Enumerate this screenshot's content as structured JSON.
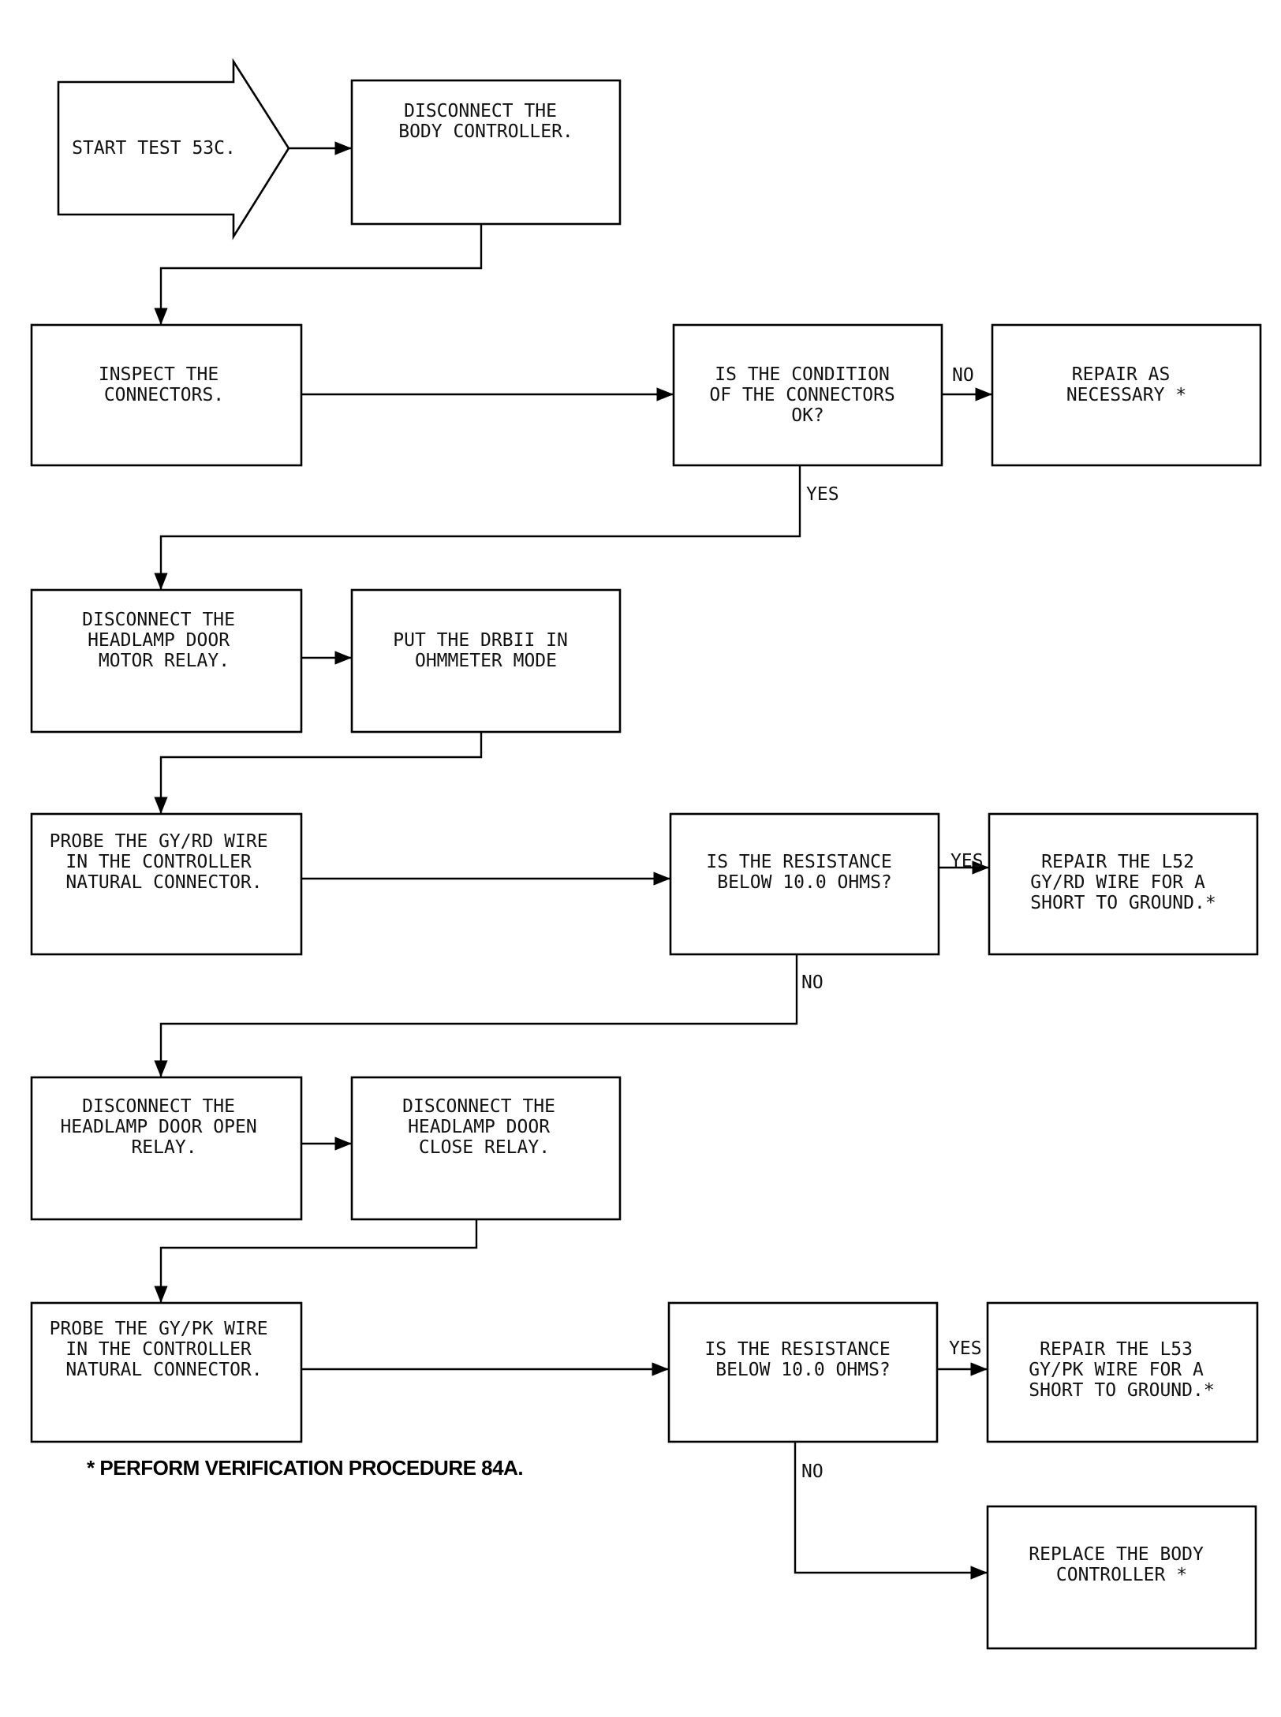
{
  "start": {
    "lines": [
      "START TEST 53C."
    ]
  },
  "nodes": {
    "disconnect_body_controller": [
      "DISCONNECT THE",
      "BODY CONTROLLER."
    ],
    "inspect_connectors": [
      "INSPECT THE",
      "CONNECTORS."
    ],
    "condition_ok": [
      "IS THE CONDITION",
      "OF THE CONNECTORS",
      "OK?"
    ],
    "repair_as_necessary": [
      "REPAIR AS",
      "NECESSARY *"
    ],
    "disconnect_motor_relay": [
      "DISCONNECT THE",
      "HEADLAMP DOOR",
      "MOTOR RELAY."
    ],
    "put_drbii": [
      "PUT THE DRBII IN",
      "OHMMETER MODE"
    ],
    "probe_gy_rd": [
      "PROBE THE GY/RD WIRE",
      "IN THE CONTROLLER",
      "NATURAL CONNECTOR."
    ],
    "resistance_1": [
      "IS THE RESISTANCE",
      "BELOW 10.0 OHMS?"
    ],
    "repair_gy_rd": [
      "REPAIR THE L52",
      "GY/RD WIRE FOR A",
      "SHORT TO GROUND.*"
    ],
    "disconnect_open_relay": [
      "DISCONNECT THE",
      "HEADLAMP DOOR OPEN",
      "RELAY."
    ],
    "disconnect_close_relay": [
      "DISCONNECT THE",
      "HEADLAMP DOOR",
      "CLOSE RELAY."
    ],
    "probe_gy_pk": [
      "PROBE THE GY/PK WIRE",
      "IN THE CONTROLLER",
      "NATURAL CONNECTOR."
    ],
    "resistance_2": [
      "IS THE RESISTANCE",
      "BELOW 10.0 OHMS?"
    ],
    "repair_gy_pk": [
      "REPAIR THE L53",
      "GY/PK WIRE FOR A",
      "SHORT TO GROUND.*"
    ],
    "replace_body_controller": [
      "REPLACE THE BODY",
      "CONTROLLER *"
    ]
  },
  "edge_labels": {
    "no_1": "NO",
    "yes_1": "YES",
    "yes_2": "YES",
    "no_2": "NO",
    "yes_3": "YES",
    "no_3": "NO"
  },
  "footnote": "* PERFORM VERIFICATION PROCEDURE 84A."
}
